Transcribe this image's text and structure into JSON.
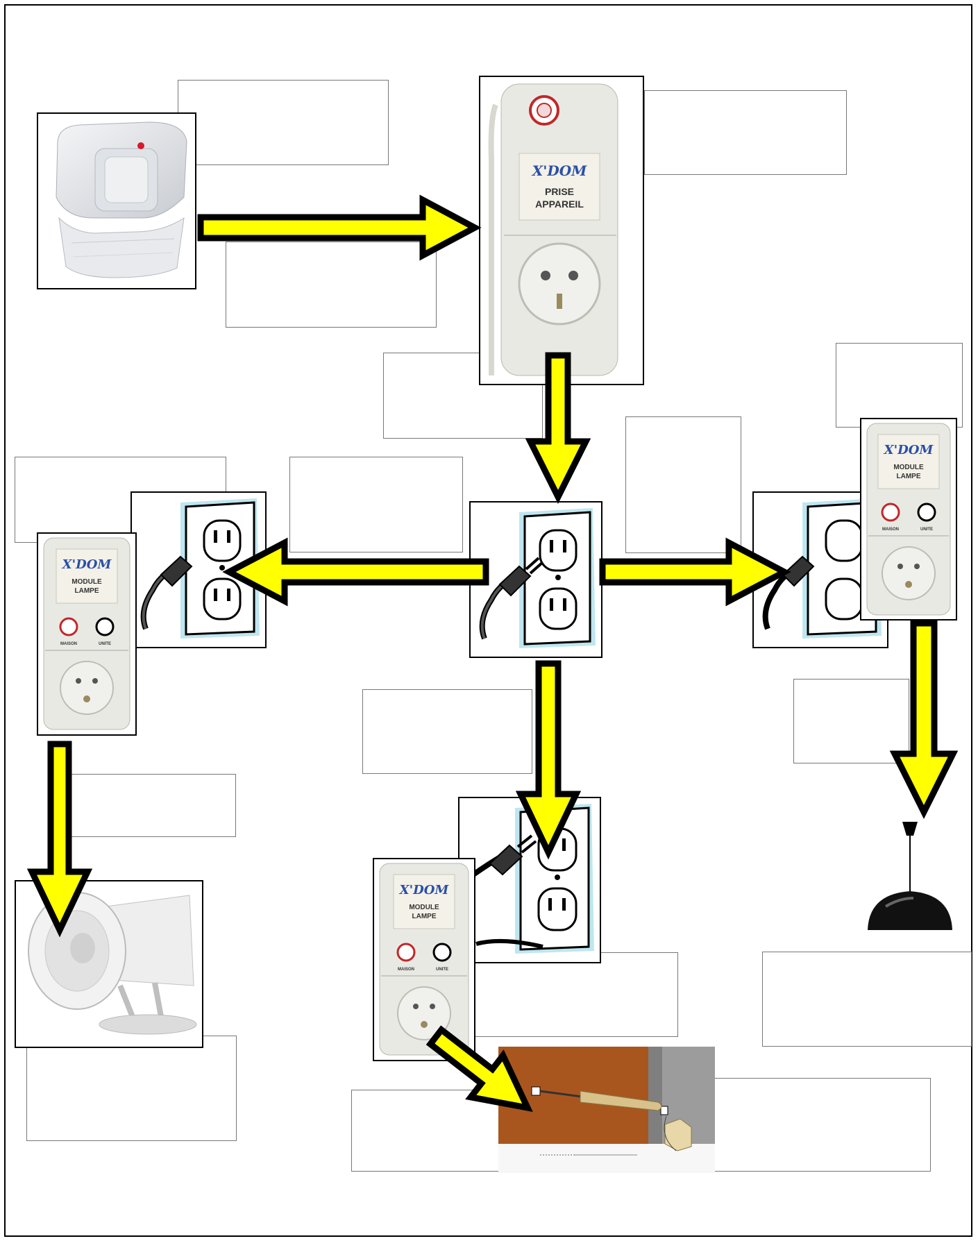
{
  "colors": {
    "arrow_fill": "#ffff00",
    "arrow_stroke": "#000000",
    "module_body": "#e9e9e4",
    "brand_blue": "#2b4fa8",
    "dial_red": "#c0282a",
    "wall_brown": "#a9561e"
  },
  "devices": {
    "prise_appareil": {
      "brand": "X'DOM",
      "line1": "PRISE",
      "line2": "APPAREIL"
    },
    "module_lampe": {
      "brand": "X'DOM",
      "line1": "MODULE",
      "line2": "LAMPE",
      "dial_left": "MAISON",
      "dial_right": "UNITE"
    }
  },
  "icons": [
    "motion-sensor-icon",
    "appliance-plug-module-icon",
    "wall-outlet-icon",
    "lamp-module-icon",
    "siren-horn-icon",
    "pendant-lamp-icon",
    "door-opener-icon"
  ],
  "label_boxes_count": 16
}
